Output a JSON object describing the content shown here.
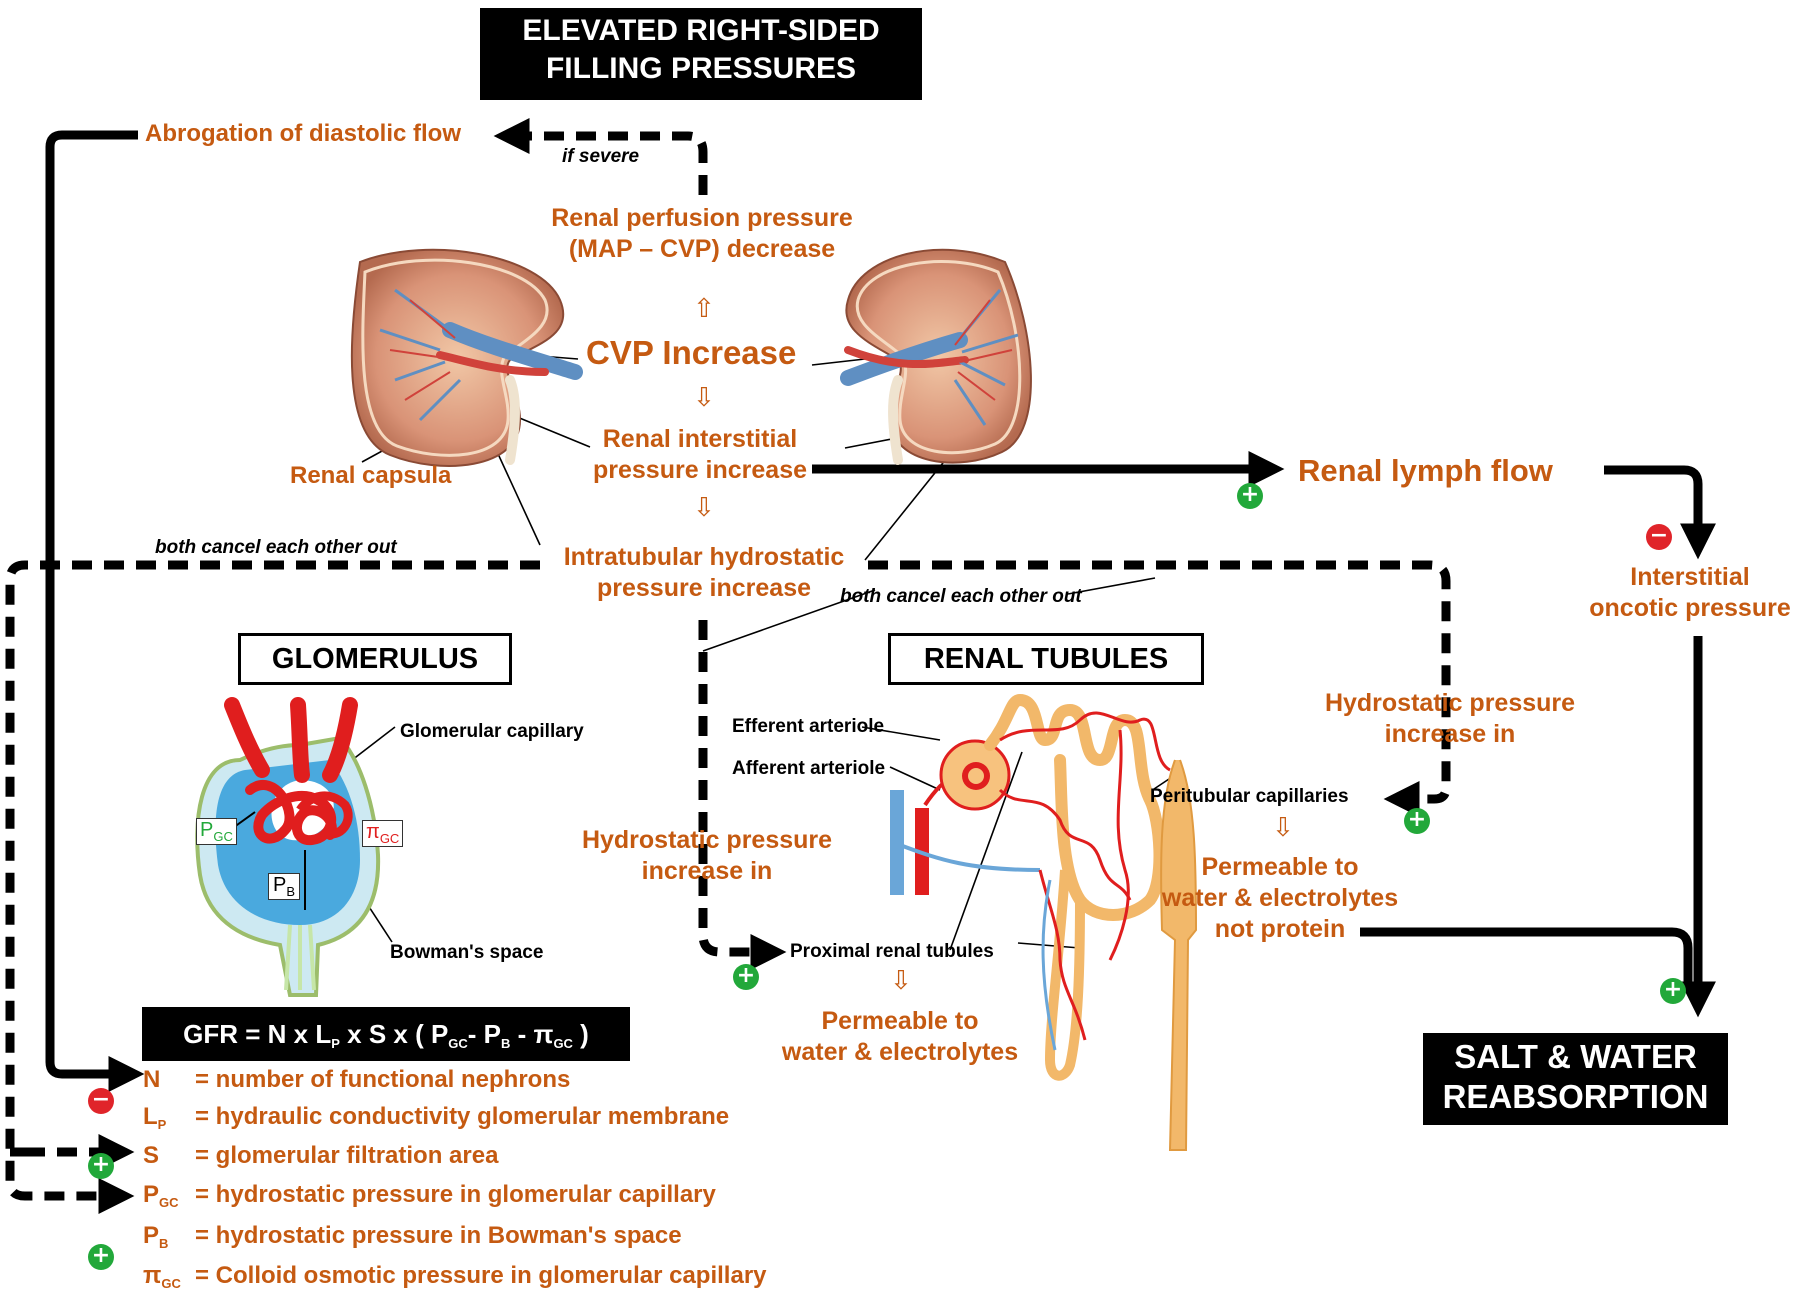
{
  "header": {
    "line1": "ELEVATED RIGHT-SIDED",
    "line2": "FILLING PRESSURES"
  },
  "nodes": {
    "abrogation": "Abrogation of diastolic flow",
    "if_severe": "if severe",
    "renal_perfusion_line1": "Renal perfusion pressure",
    "renal_perfusion_line2": "(MAP – CVP) decrease",
    "cvp_increase": "CVP Increase",
    "interstitial_line1": "Renal interstitial",
    "interstitial_line2": "pressure increase",
    "renal_capsula": "Renal capsula",
    "intratubular_line1": "Intratubular hydrostatic",
    "intratubular_line2": "pressure increase",
    "renal_lymph_flow": "Renal lymph flow",
    "oncotic_line1": "Interstitial",
    "oncotic_line2": "oncotic pressure",
    "cancel_left": "both cancel each other out",
    "cancel_right": "both cancel each other out",
    "hydro_right_line1": "Hydrostatic pressure",
    "hydro_right_line2": "increase in",
    "hydro_mid_line1": "Hydrostatic pressure",
    "hydro_mid_line2": "increase in",
    "peritubular": "Peritubular capillaries",
    "perm_protein_line1": "Permeable to",
    "perm_protein_line2": "water & electrolytes",
    "perm_protein_line3": "not protein",
    "proximal": "Proximal renal tubules",
    "perm_water_line1": "Permeable to",
    "perm_water_line2": "water & electrolytes",
    "salt_line1": "SALT & WATER",
    "salt_line2": "REABSORPTION"
  },
  "glomerulus": {
    "title": "GLOMERULUS",
    "glomerular_capillary": "Glomerular capillary",
    "bowmans_space": "Bowman's space",
    "p_gc_main": "P",
    "p_gc_sub": "GC",
    "pi_gc_main": "π",
    "pi_gc_sub": "GC",
    "p_b_main": "P",
    "p_b_sub": "B"
  },
  "tubules": {
    "title": "RENAL TUBULES",
    "efferent": "Efferent arteriole",
    "afferent": "Afferent arteriole"
  },
  "gfr": {
    "p1": "GFR = N x L",
    "s1": "P",
    "p2": " x S x ( P",
    "s2": "GC",
    "p3": "- P",
    "s3": "B",
    "p4": " - π",
    "s4": "GC",
    "p5": " )"
  },
  "legend": [
    {
      "sym": "N",
      "sub": "",
      "def": "= number of functional nephrons"
    },
    {
      "sym": "L",
      "sub": "P",
      "def": "= hydraulic conductivity glomerular membrane"
    },
    {
      "sym": "S",
      "sub": "",
      "def": "= glomerular filtration area"
    },
    {
      "sym": "P",
      "sub": "GC",
      "def": "= hydrostatic pressure in glomerular capillary"
    },
    {
      "sym": "P",
      "sub": "B",
      "def": "= hydrostatic pressure in Bowman's space"
    },
    {
      "sym": "π",
      "sub": "GC",
      "def": "= Colloid osmotic pressure in glomerular capillary"
    }
  ],
  "signs": {
    "plus": "+",
    "minus": "−"
  },
  "icons": [
    "kidney-left-illustration",
    "kidney-right-illustration",
    "glomerulus-illustration",
    "nephron-illustration",
    "hollow-up-arrow-icon",
    "hollow-down-arrow-icon"
  ],
  "colors": {
    "accent_orange": "#c55a11",
    "plus_green": "#22a83a",
    "minus_red": "#e0242a",
    "artery_red": "#e01e1e",
    "vein_blue": "#6aa6d8",
    "tubule_tan": "#f2b86a"
  }
}
